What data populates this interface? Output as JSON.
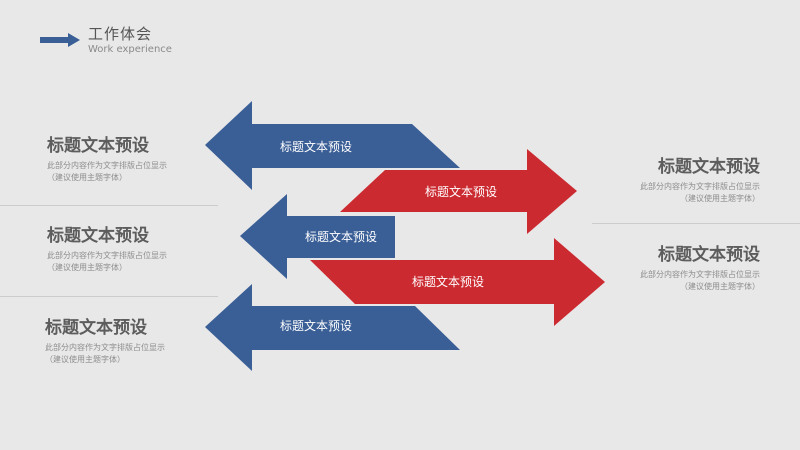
{
  "header": {
    "title": "工作体会",
    "subtitle": "Work experience"
  },
  "colors": {
    "blue": "#3a5e96",
    "red": "#cc2a31",
    "background": "#e8e8e8"
  },
  "arrows": [
    {
      "label": "标题文本预设",
      "color": "blue",
      "direction": "left"
    },
    {
      "label": "标题文本预设",
      "color": "red",
      "direction": "right"
    },
    {
      "label": "标题文本预设",
      "color": "blue",
      "direction": "left"
    },
    {
      "label": "标题文本预设",
      "color": "red",
      "direction": "right"
    },
    {
      "label": "标题文本预设",
      "color": "blue",
      "direction": "left"
    }
  ],
  "left_items": [
    {
      "title": "标题文本预设",
      "line1": "此部分内容作为文字排版占位显示",
      "line2": "（建议使用主题字体）"
    },
    {
      "title": "标题文本预设",
      "line1": "此部分内容作为文字排版占位显示",
      "line2": "（建议使用主题字体）"
    },
    {
      "title": "标题文本预设",
      "line1": "此部分内容作为文字排版占位显示",
      "line2": "（建议使用主题字体）"
    }
  ],
  "right_items": [
    {
      "title": "标题文本预设",
      "line1": "此部分内容作为文字排版占位显示",
      "line2": "（建议使用主题字体）"
    },
    {
      "title": "标题文本预设",
      "line1": "此部分内容作为文字排版占位显示",
      "line2": "（建议使用主题字体）"
    }
  ]
}
